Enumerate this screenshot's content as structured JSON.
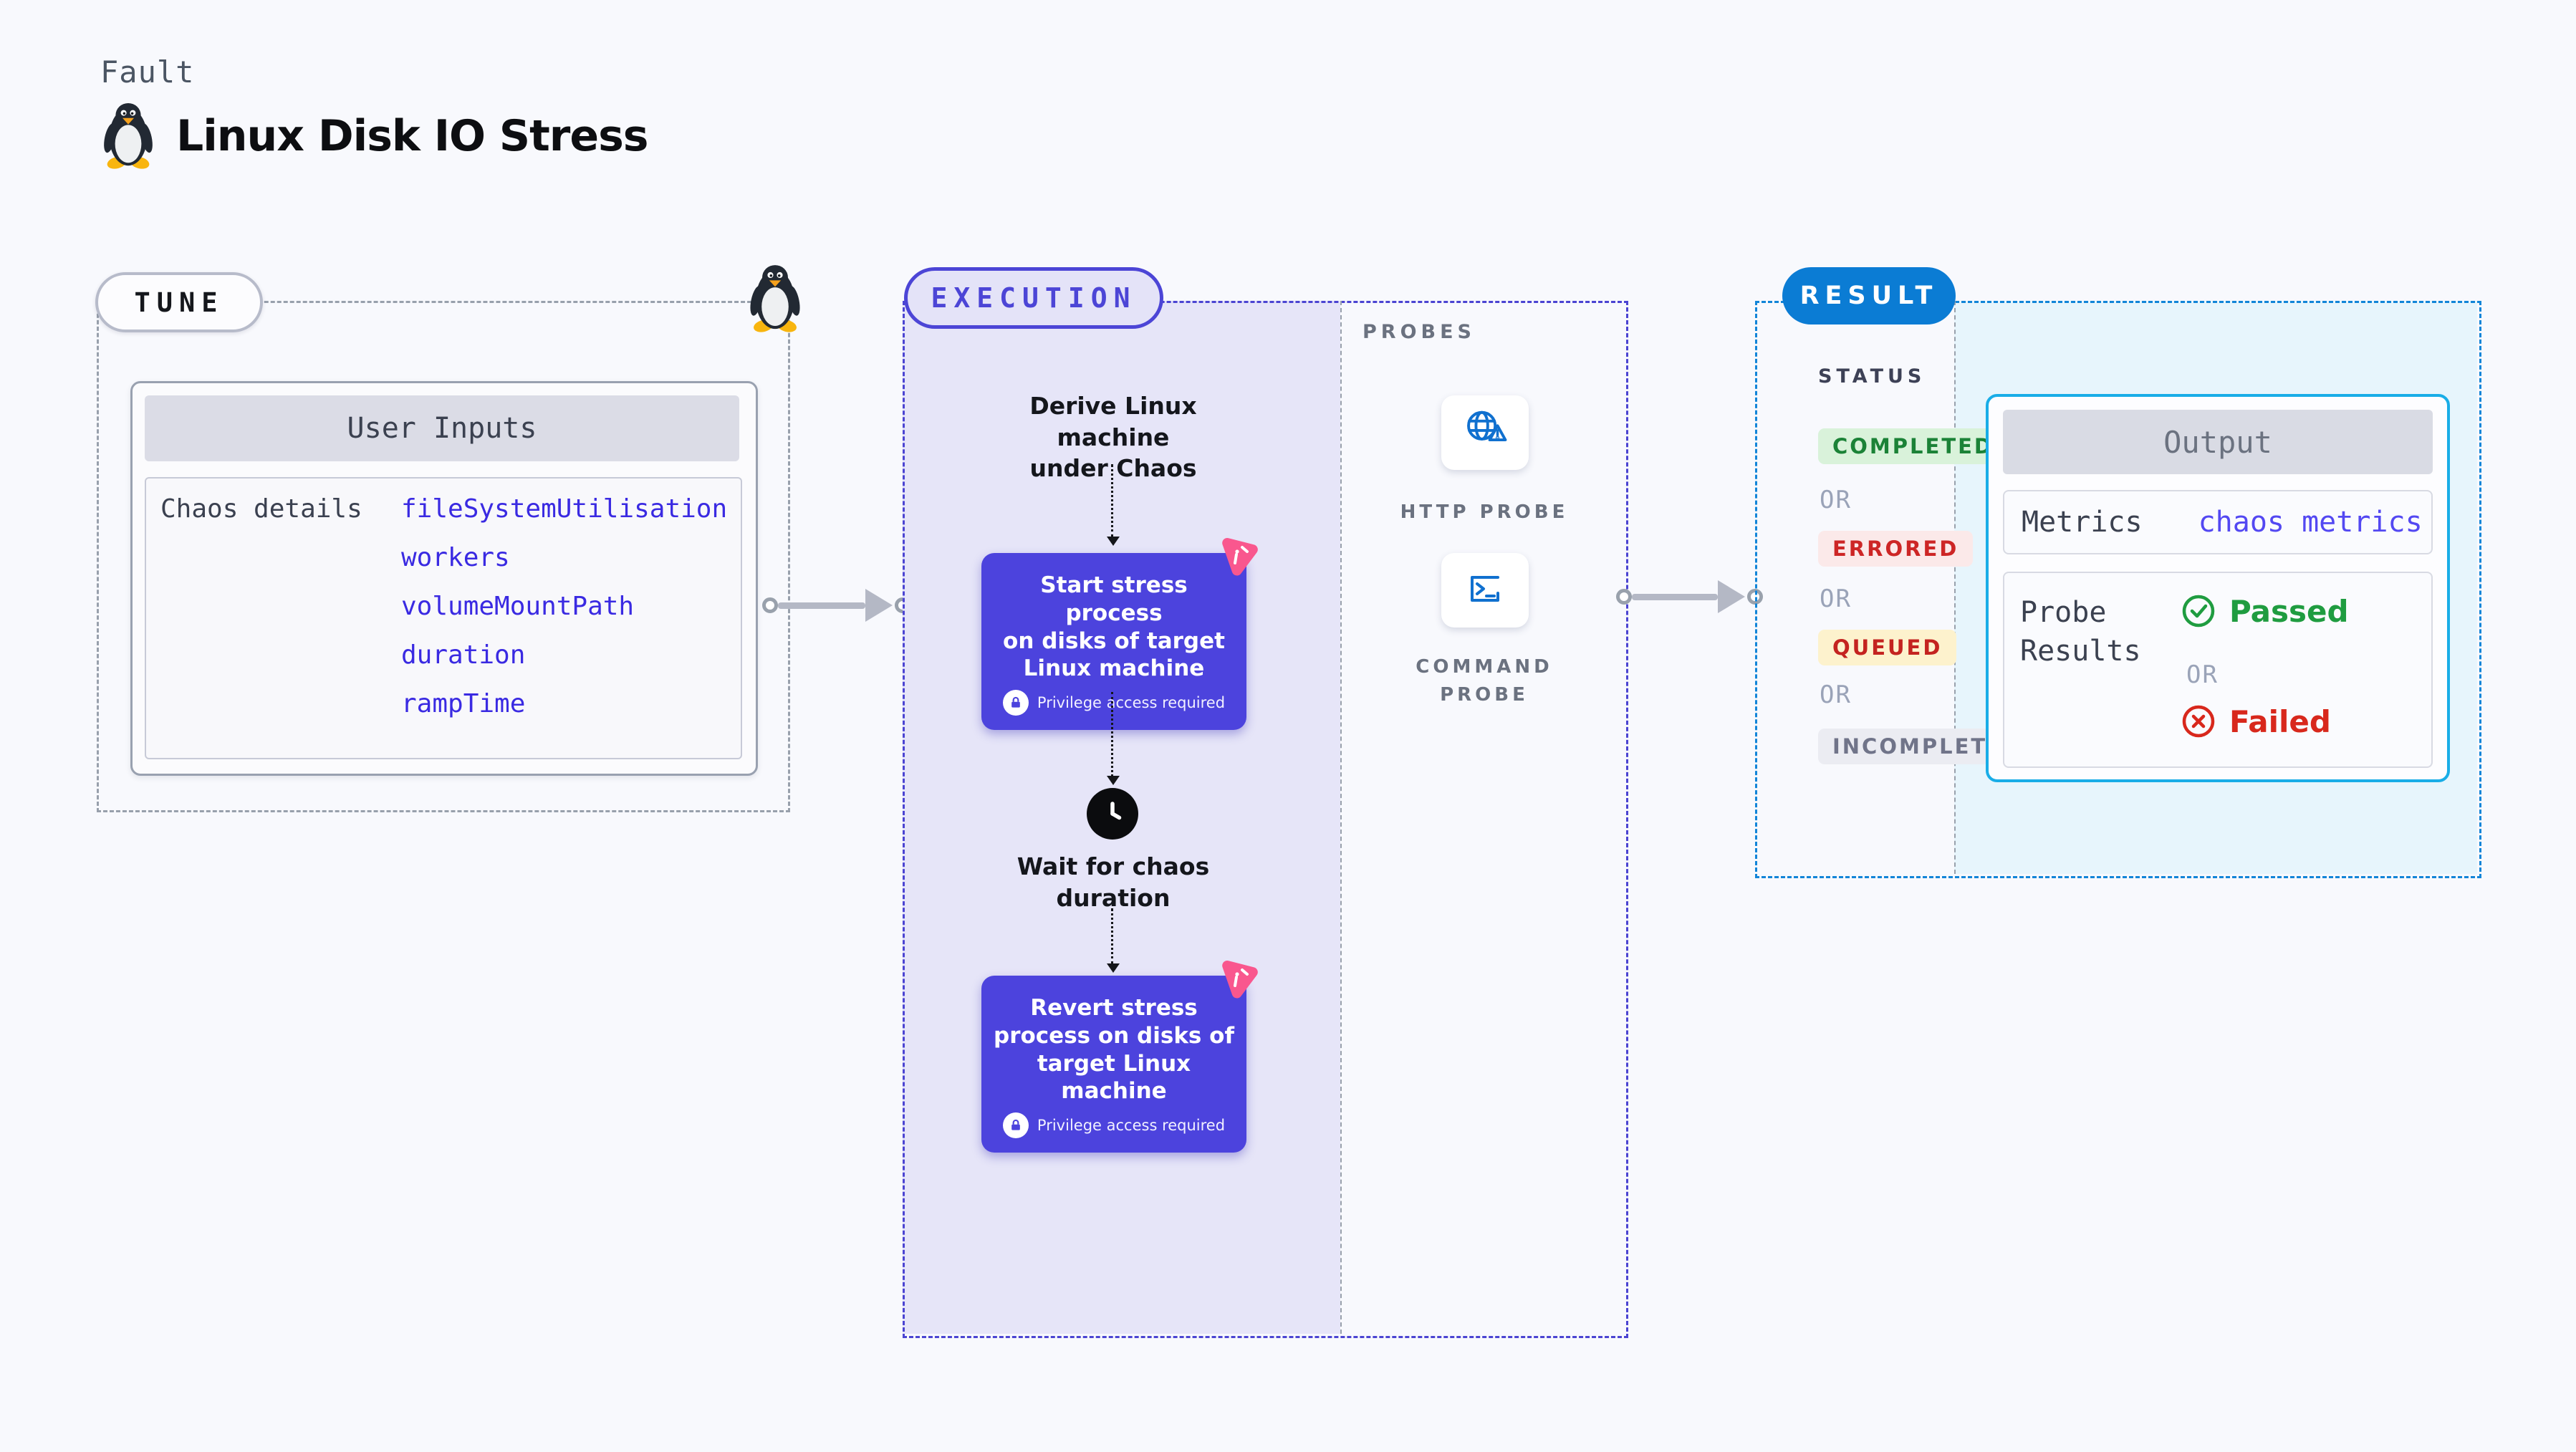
{
  "header": {
    "kicker": "Fault",
    "title": "Linux Disk IO Stress",
    "icon": "tux-penguin"
  },
  "tune": {
    "label": "TUNE",
    "inputs_title": "User Inputs",
    "row_label": "Chaos details",
    "values": [
      "fileSystemUtilisation",
      "workers",
      "volumeMountPath",
      "duration",
      "rampTime"
    ]
  },
  "execution": {
    "label": "EXECUTION",
    "derive_step": "Derive Linux machine\nunder Chaos",
    "start_step": "Start stress process\non disks of target\nLinux machine",
    "wait_step": "Wait for chaos\nduration",
    "revert_step": "Revert stress\nprocess on disks of\ntarget Linux machine",
    "privilege_note": "Privilege access required"
  },
  "probes": {
    "label": "PROBES",
    "items": [
      {
        "name": "HTTP PROBE",
        "icon": "globe-alert-icon"
      },
      {
        "name": "COMMAND\nPROBE",
        "icon": "terminal-icon"
      }
    ]
  },
  "result": {
    "label": "RESULT",
    "status_label": "STATUS",
    "or_label": "OR",
    "statuses": [
      {
        "text": "COMPLETED",
        "fg": "#1b8237",
        "bg": "#d9f2da"
      },
      {
        "text": "ERRORED",
        "fg": "#cd2626",
        "bg": "#fbe9e9"
      },
      {
        "text": "QUEUED",
        "fg": "#c42320",
        "bg": "#fdf2cd"
      },
      {
        "text": "INCOMPLETED",
        "fg": "#707489",
        "bg": "#ebecf2"
      }
    ],
    "output": {
      "title": "Output",
      "metrics_label": "Metrics",
      "metrics_value": "chaos metrics",
      "probe_results_label": "Probe\nResults",
      "passed": "Passed",
      "failed": "Failed"
    }
  },
  "colors": {
    "page_bg": "#f8f9fd",
    "execution_accent": "#4c45d6",
    "execution_fill": "#e6e5f8",
    "chaos_box": "#4c43dd",
    "result_accent": "#0b7cd4",
    "result_fill": "#e7f5fc",
    "output_border": "#19ade7",
    "probe_icon_blue": "#1070cf",
    "chaos_pink": "#f9578e",
    "passed_green": "#1f9c40",
    "failed_red": "#d8281c",
    "arrow_gray": "#b4b8c5"
  }
}
